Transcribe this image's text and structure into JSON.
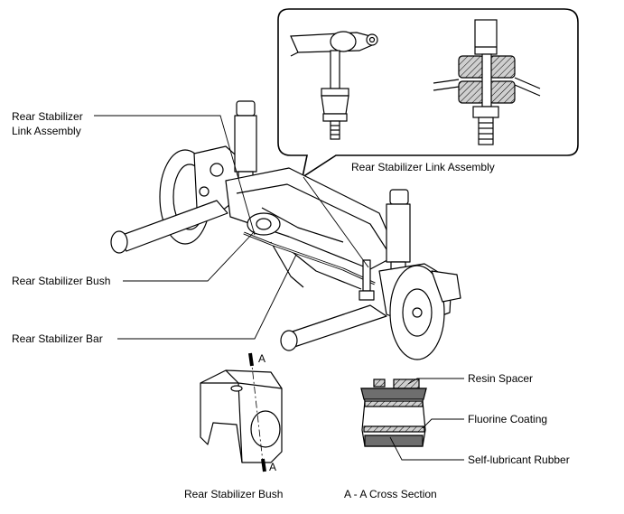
{
  "labels": {
    "link_assembly": [
      "Rear Stabilizer",
      "Link Assembly"
    ],
    "bush": "Rear Stabilizer Bush",
    "bar": "Rear Stabilizer Bar",
    "inset_caption": "Rear Stabilizer Link Assembly",
    "resin_spacer": "Resin Spacer",
    "fluorine_coating": "Fluorine Coating",
    "self_lubricant_rubber": "Self-lubricant Rubber",
    "section_mark": "A",
    "bush_caption": "Rear Stabilizer Bush",
    "cross_section_caption": "A - A Cross Section"
  },
  "colors": {
    "line": "#000000",
    "hatch_fill": "#bfbfbf",
    "dark_band": "#6e6e6e",
    "light_face": "#ffffff"
  }
}
